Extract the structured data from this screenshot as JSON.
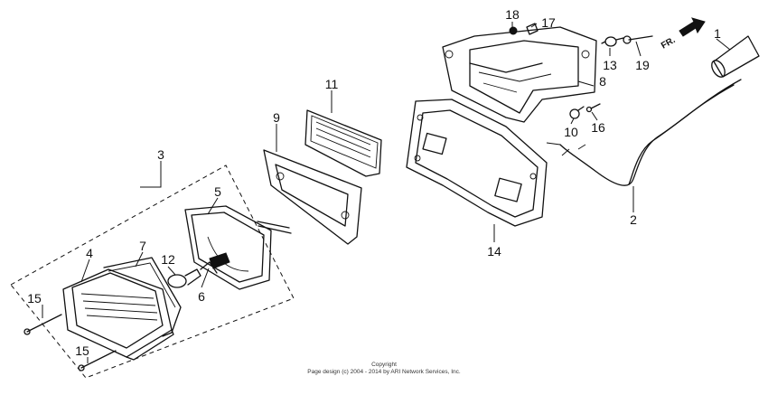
{
  "callouts": [
    {
      "id": "p1",
      "text": "1"
    },
    {
      "id": "p2",
      "text": "2"
    },
    {
      "id": "p3",
      "text": "3"
    },
    {
      "id": "p4",
      "text": "4"
    },
    {
      "id": "p5",
      "text": "5"
    },
    {
      "id": "p6",
      "text": "6"
    },
    {
      "id": "p7",
      "text": "7"
    },
    {
      "id": "p8",
      "text": "8"
    },
    {
      "id": "p9",
      "text": "9"
    },
    {
      "id": "p10",
      "text": "10"
    },
    {
      "id": "p11",
      "text": "11"
    },
    {
      "id": "p12",
      "text": "12"
    },
    {
      "id": "p13",
      "text": "13"
    },
    {
      "id": "p14",
      "text": "14"
    },
    {
      "id": "p15a",
      "text": "15"
    },
    {
      "id": "p15b",
      "text": "15"
    },
    {
      "id": "p16",
      "text": "16"
    },
    {
      "id": "p17",
      "text": "17"
    },
    {
      "id": "p18",
      "text": "18"
    },
    {
      "id": "p19",
      "text": "19"
    }
  ],
  "direction_marker": "FR.",
  "copyright": {
    "line1": "Copyright",
    "line2": "Page design (c) 2004 - 2014 by ARI Network Services, Inc."
  }
}
